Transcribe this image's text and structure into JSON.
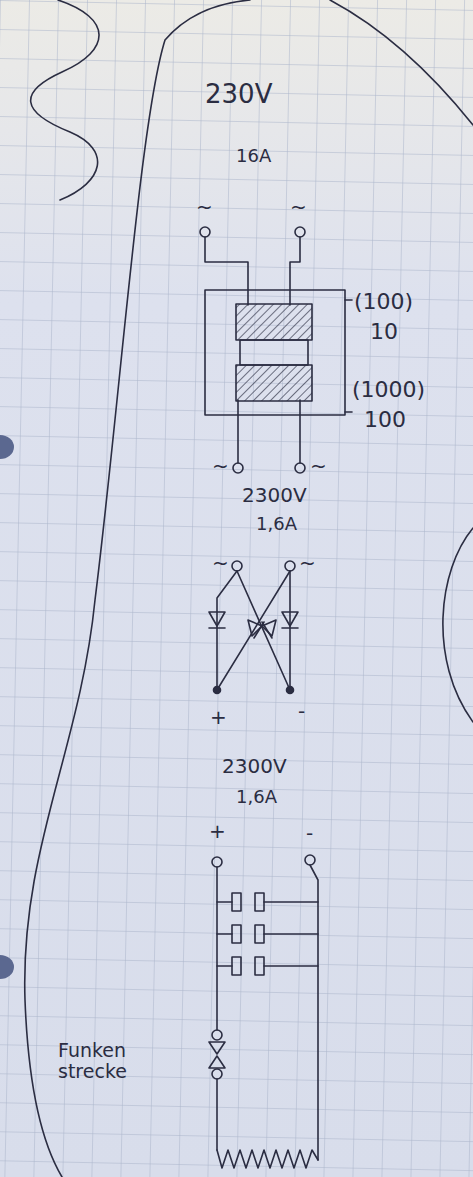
{
  "diagram": {
    "labels": [
      "230V",
      "16A",
      "~",
      "~",
      "(100)",
      "10",
      "(1000)",
      "100",
      "~",
      "~",
      "2300V",
      "1,6A",
      "~",
      "~",
      "+",
      "-",
      "2300V",
      "1,6A",
      "+",
      "-",
      "Funken strecke"
    ]
  }
}
